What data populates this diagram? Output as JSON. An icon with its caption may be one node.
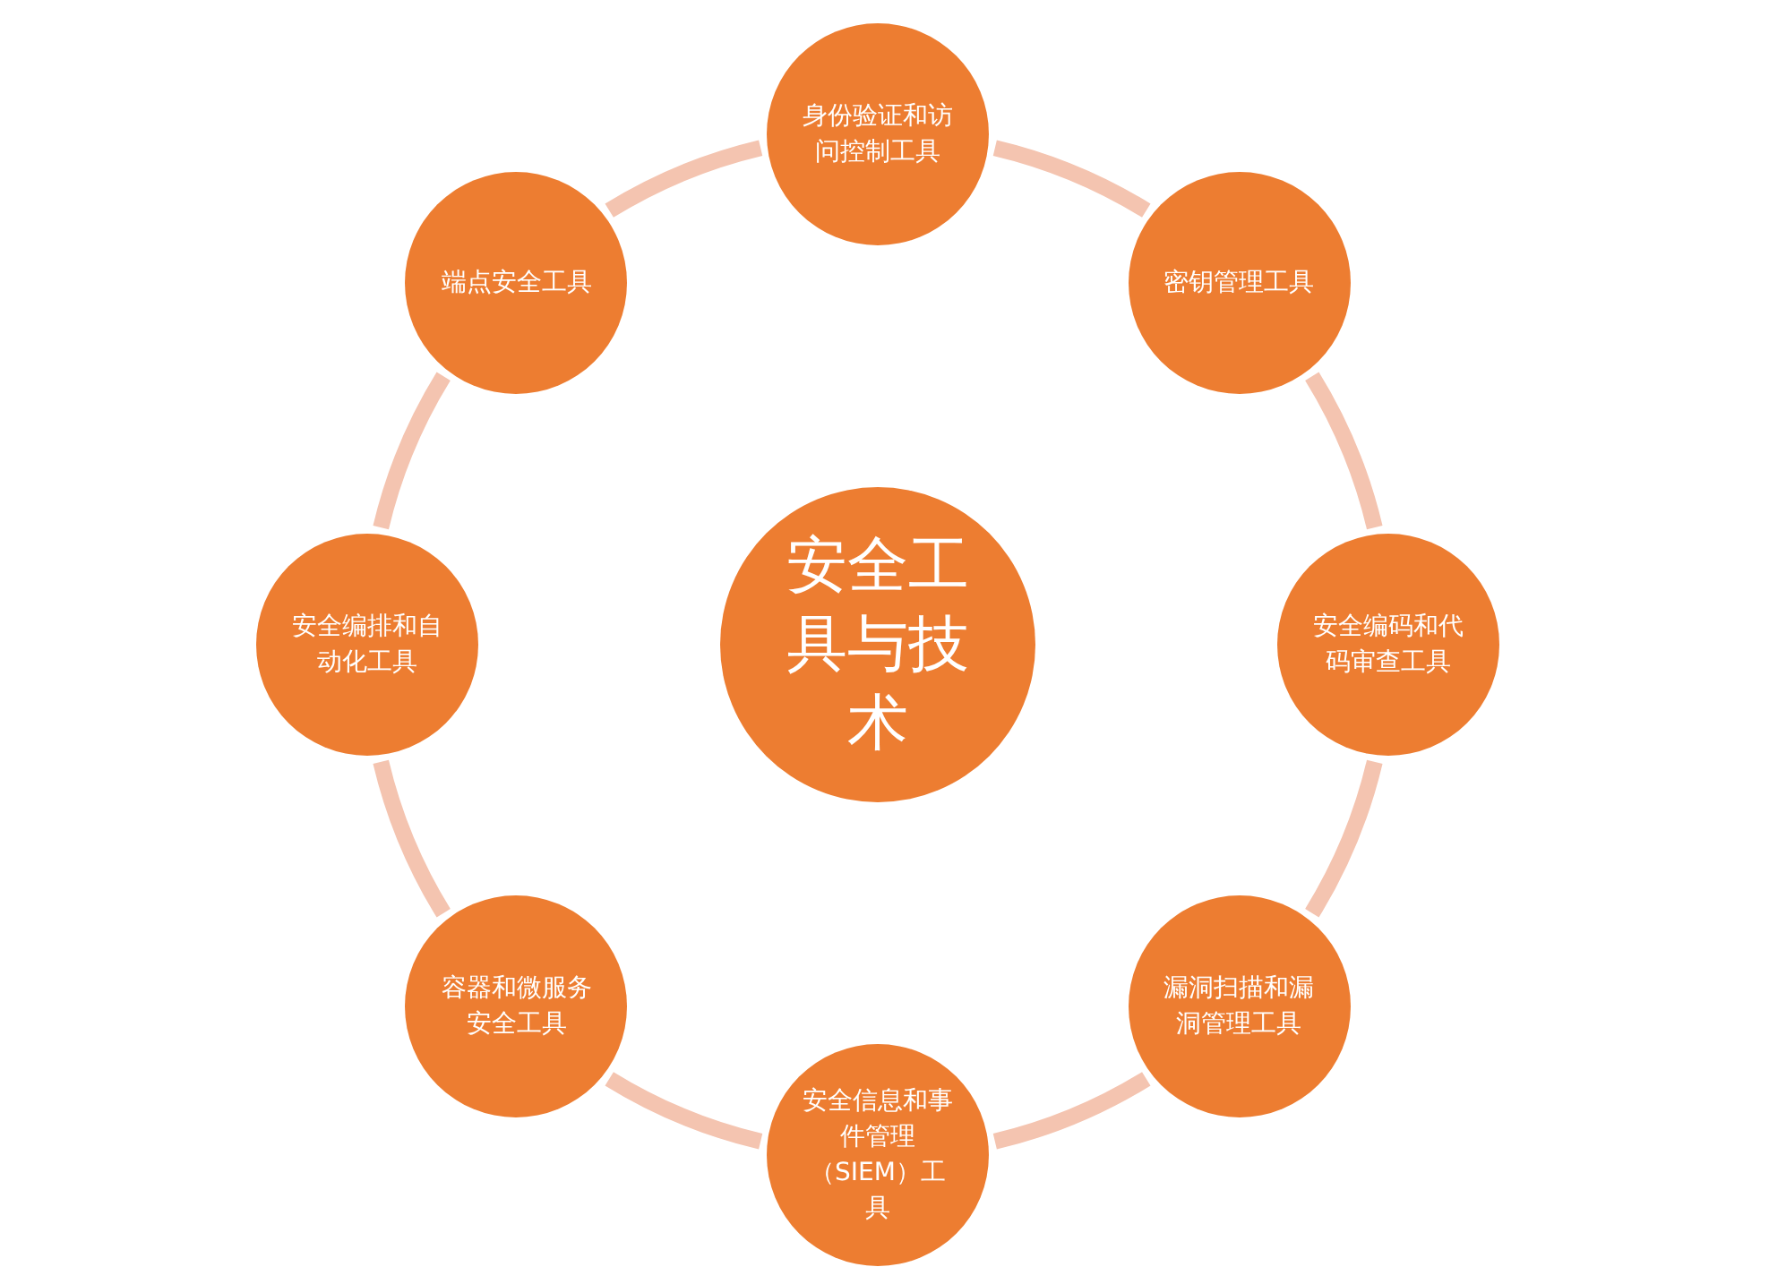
{
  "diagram": {
    "nodes": [
      {
        "text": [
          "安全工具与技术"
        ]
      },
      {
        "text": [
          "身份验证和访问控制工具"
        ]
      },
      {
        "text": [
          "密钥管理工具"
        ]
      },
      {
        "text": [
          "安全编码和代码审查工具"
        ]
      },
      {
        "text": [
          "漏洞扫描和漏洞管理工具"
        ]
      },
      {
        "text": [
          "安全信息和事件管理（SIEM）工具"
        ]
      },
      {
        "text": [
          "容器和微服务安全工具"
        ]
      },
      {
        "text": [
          "安全编排和自动化工具"
        ]
      },
      {
        "text": [
          "端点安全工具"
        ]
      }
    ],
    "edges": [
      {
        "from": 1,
        "to": 2,
        "arrow": "none"
      },
      {
        "from": 2,
        "to": 3,
        "arrow": "none"
      },
      {
        "from": 3,
        "to": 4,
        "arrow": "none"
      },
      {
        "from": 4,
        "to": 5,
        "arrow": "none"
      },
      {
        "from": 5,
        "to": 6,
        "arrow": "none"
      },
      {
        "from": 6,
        "to": 7,
        "arrow": "none"
      },
      {
        "from": 7,
        "to": 8,
        "arrow": "none"
      },
      {
        "from": 8,
        "to": 1,
        "arrow": "none"
      }
    ]
  }
}
